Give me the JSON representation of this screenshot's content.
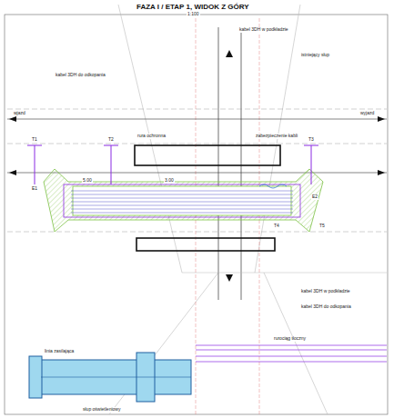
{
  "diagram": {
    "title": "FAZA I / ETAP 1, WIDOK Z GÓRY",
    "labels": [
      "1:100",
      "kabel 3DH w podkładzie",
      "istniejący słup",
      "kabel 3DH do odkopania",
      "wjazd",
      "wyjazd",
      "T1",
      "T2",
      "T3",
      "T4",
      "T5",
      "E1",
      "E2",
      "rura ochronna",
      "zabezpieczenie kabli",
      "kabel 3DH w podkładzie",
      "kabel 3DH do odkopania",
      "rurociąg tłoczny",
      "linia zasilająca",
      "3.00",
      "5.00",
      "słup oświetleniowy"
    ]
  }
}
